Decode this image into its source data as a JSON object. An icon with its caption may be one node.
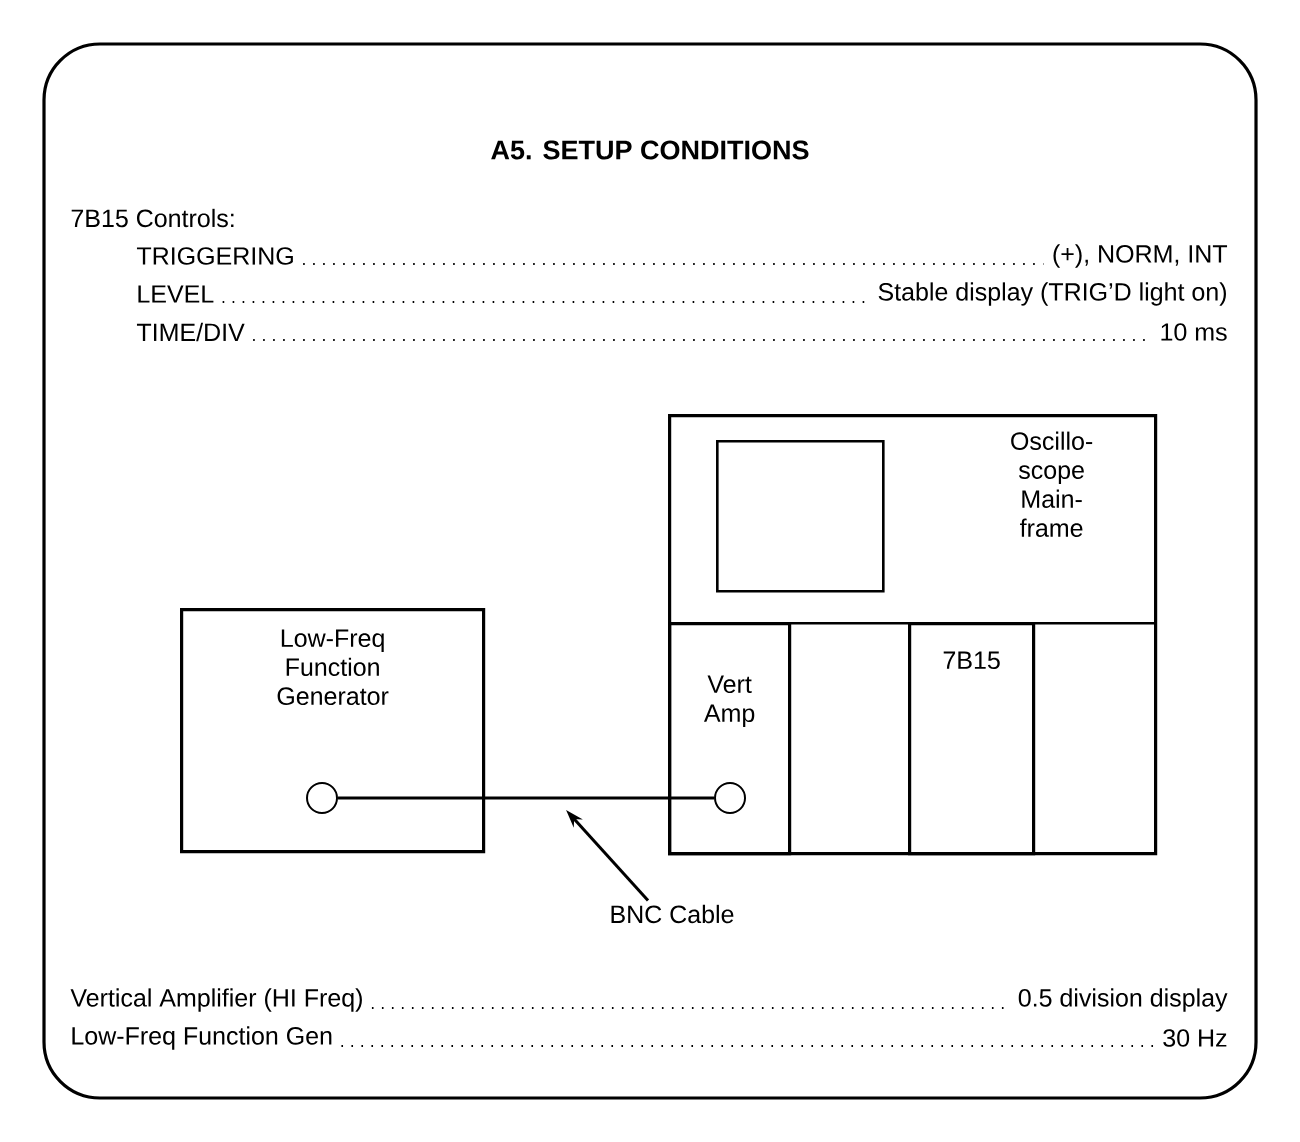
{
  "diagram": {
    "title": "A5. SETUP CONDITIONS",
    "nodes": [
      {
        "text": [
          "Low-Freq Function Generator"
        ]
      },
      {
        "text": [
          "Oscillo- scope Main- frame"
        ]
      },
      {
        "text": [],
        "shape": "box",
        "in": 1
      },
      {
        "text": [
          "Vert Amp"
        ],
        "in": 1
      },
      {
        "text": [],
        "shape": "box",
        "in": 1
      },
      {
        "text": [
          "7B15"
        ],
        "in": 1
      },
      {
        "text": [],
        "shape": "box",
        "in": 1
      },
      {
        "text": [],
        "shape": "circle",
        "in": 0
      },
      {
        "text": [],
        "shape": "circle",
        "in": 3
      },
      {
        "text": [
          "BNC Cable"
        ]
      }
    ],
    "edges": [
      {
        "from": 7,
        "to": 8,
        "arrow": "none"
      },
      {
        "from": 9,
        "to": null,
        "arrow": "to"
      }
    ],
    "labels": [
      "7B15 Controls:",
      "TRIGGERING",
      "(+), NORM, INT",
      "LEVEL",
      "Stable display (TRIG’D light on)",
      "TIME/DIV",
      "10 ms",
      "Vertical Amplifier (HI Freq)",
      "0.5 division display",
      "Low-Freq Function Gen",
      "30 Hz"
    ]
  }
}
